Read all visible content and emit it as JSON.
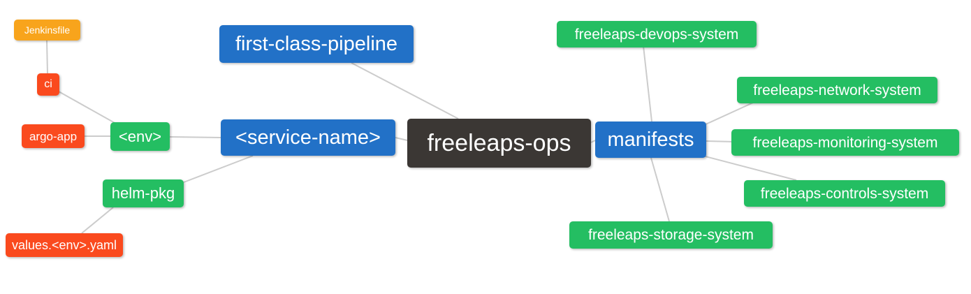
{
  "diagram": {
    "type": "mind-map",
    "root": "freeleaps-ops",
    "colors": {
      "center_node": "#3b3734",
      "primary_branch": "#2271c7",
      "secondary_branch": "#24be62",
      "leaf_red": "#fa4a1e",
      "leaf_orange": "#f8a41c",
      "edge_line": "#cccccc",
      "node_text": "#ffffff",
      "background": "#ffffff"
    },
    "nodes": {
      "root": {
        "label": "freeleaps-ops",
        "color": "dark"
      },
      "first_class_pipeline": {
        "label": "first-class-pipeline",
        "color": "blue"
      },
      "service_name": {
        "label": "<service-name>",
        "color": "blue"
      },
      "manifests": {
        "label": "manifests",
        "color": "blue"
      },
      "env": {
        "label": "<env>",
        "color": "green"
      },
      "helm_pkg": {
        "label": "helm-pkg",
        "color": "green"
      },
      "ci": {
        "label": "ci",
        "color": "red"
      },
      "argo_app": {
        "label": "argo-app",
        "color": "red"
      },
      "jenkinsfile": {
        "label": "Jenkinsfile",
        "color": "orange"
      },
      "values_yaml": {
        "label": "values.<env>.yaml",
        "color": "red"
      },
      "devops_system": {
        "label": "freeleaps-devops-system",
        "color": "green"
      },
      "network_system": {
        "label": "freeleaps-network-system",
        "color": "green"
      },
      "monitoring_system": {
        "label": "freeleaps-monitoring-system",
        "color": "green"
      },
      "controls_system": {
        "label": "freeleaps-controls-system",
        "color": "green"
      },
      "storage_system": {
        "label": "freeleaps-storage-system",
        "color": "green"
      }
    },
    "edges": [
      [
        "jenkinsfile",
        "ci"
      ],
      [
        "ci",
        "env"
      ],
      [
        "argo_app",
        "env"
      ],
      [
        "env",
        "service_name"
      ],
      [
        "helm_pkg",
        "service_name"
      ],
      [
        "helm_pkg",
        "values_yaml"
      ],
      [
        "service_name",
        "root"
      ],
      [
        "first_class_pipeline",
        "root"
      ],
      [
        "root",
        "manifests"
      ],
      [
        "manifests",
        "devops_system"
      ],
      [
        "manifests",
        "network_system"
      ],
      [
        "manifests",
        "monitoring_system"
      ],
      [
        "manifests",
        "controls_system"
      ],
      [
        "manifests",
        "storage_system"
      ]
    ]
  }
}
